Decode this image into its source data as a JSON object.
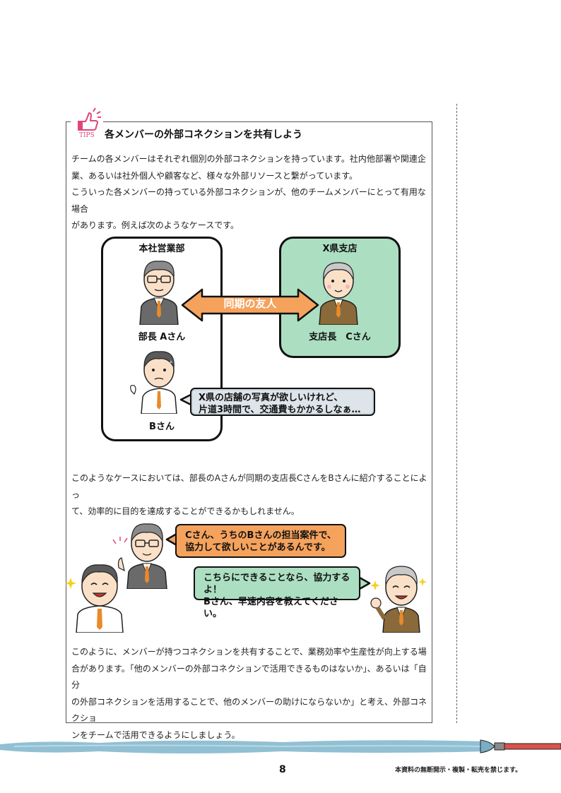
{
  "header": {
    "tips_label": "TIPS",
    "title": "各メンバーの外部コネクションを共有しよう"
  },
  "intro": {
    "line1": "チームの各メンバーはそれぞれ個別の外部コネクションを持っています。社内他部署や関連企",
    "line2": "業、あるいは社外個人や顧客など、様々な外部リソースと繋がっています。",
    "line3": "こういった各メンバーの持っている外部コネクションが、他のチームメンバーにとって有用な場合",
    "line4": "があります。例えば次のようなケースです。"
  },
  "diagram": {
    "left_box_title": "本社営業部",
    "right_box_title": "X県支店",
    "person_a": "部長 Aさん",
    "person_b": "Bさん",
    "person_c": "支店長　Cさん",
    "arrow_label": "同期の友人",
    "b_bubble_line1": "X県の店舗の写真が欲しいけれど、",
    "b_bubble_line2": "片道3時間で、交通費もかかるしなぁ…"
  },
  "middle": {
    "line1": "このようなケースにおいては、部長のAさんが同期の支店長CさんをBさんに紹介することによっ",
    "line2": "て、効率的に目的を達成することができるかもしれません。"
  },
  "scene": {
    "a_bubble_line1": "Cさん、うちのBさんの担当案件で、",
    "a_bubble_line2": "協力して欲しいことがあるんです。",
    "c_bubble_line1": "こちらにできることなら、協力するよ！",
    "c_bubble_line2": "Bさん、早速内容を教えてください。"
  },
  "conclusion": {
    "line1": "このように、メンバーが持つコネクションを共有することで、業務効率や生産性が向上する場",
    "line2": "合があります。「他のメンバーの外部コネクションで活用できるものはないか」、あるいは「自分",
    "line3": "の外部コネクションを活用することで、他のメンバーの助けにならないか」と考え、外部コネクショ",
    "line4": "ンをチームで活用できるようにしましょう。"
  },
  "footer": {
    "page_number": "8",
    "copyright": "本資料の無断開示・複製・転売を禁じます。"
  },
  "colors": {
    "orange": "#f5a25d",
    "green": "#acdfc2",
    "tips_pink": "#e0457b",
    "stroke_blue": "#8bbdd1"
  },
  "icons": [
    "thumbs-up-icon",
    "double-arrow-icon",
    "sparkle-icon",
    "paint-brush-icon"
  ]
}
